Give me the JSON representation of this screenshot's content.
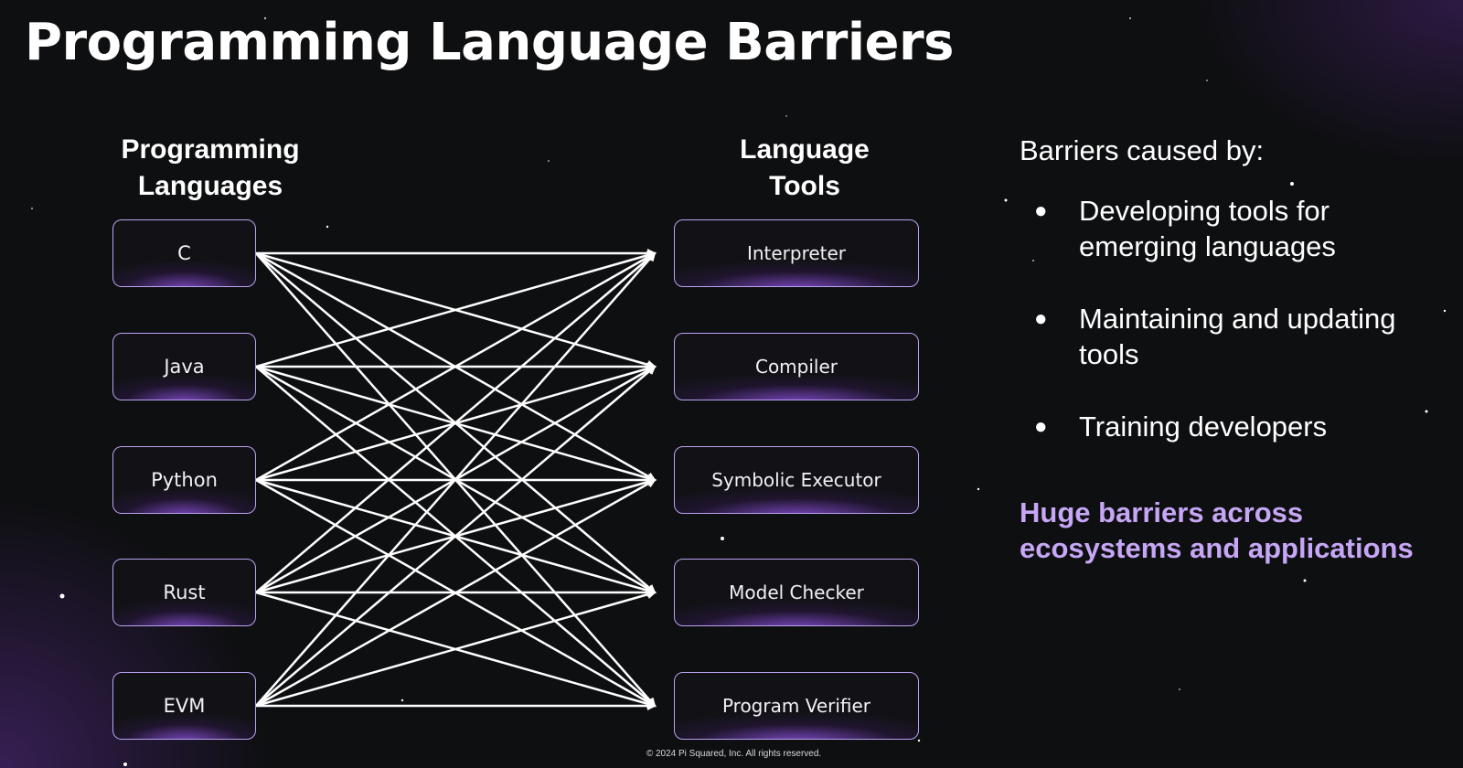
{
  "slide": {
    "title": "Programming Language Barriers",
    "footer": "© 2024 Pi Squared, Inc. All rights reserved."
  },
  "diagram": {
    "left_heading": [
      "Programming",
      "Languages"
    ],
    "right_heading": [
      "Language",
      "Tools"
    ],
    "languages": [
      "C",
      "Java",
      "Python",
      "Rust",
      "EVM"
    ],
    "tools": [
      "Interpreter",
      "Compiler",
      "Symbolic Executor",
      "Model Checker",
      "Program Verifier"
    ],
    "edges": "all-to-all",
    "edge_color": "#ffffff",
    "node_border_color": "#b9a3f0",
    "node_glow_color": "#8c50dc"
  },
  "aside": {
    "heading": "Barriers caused by:",
    "bullets": [
      "Developing tools for emerging languages",
      "Maintaining and updating tools",
      "Training developers"
    ],
    "highlight": "Huge barriers across ecosystems and applications",
    "highlight_color": "#c6a6f5"
  }
}
